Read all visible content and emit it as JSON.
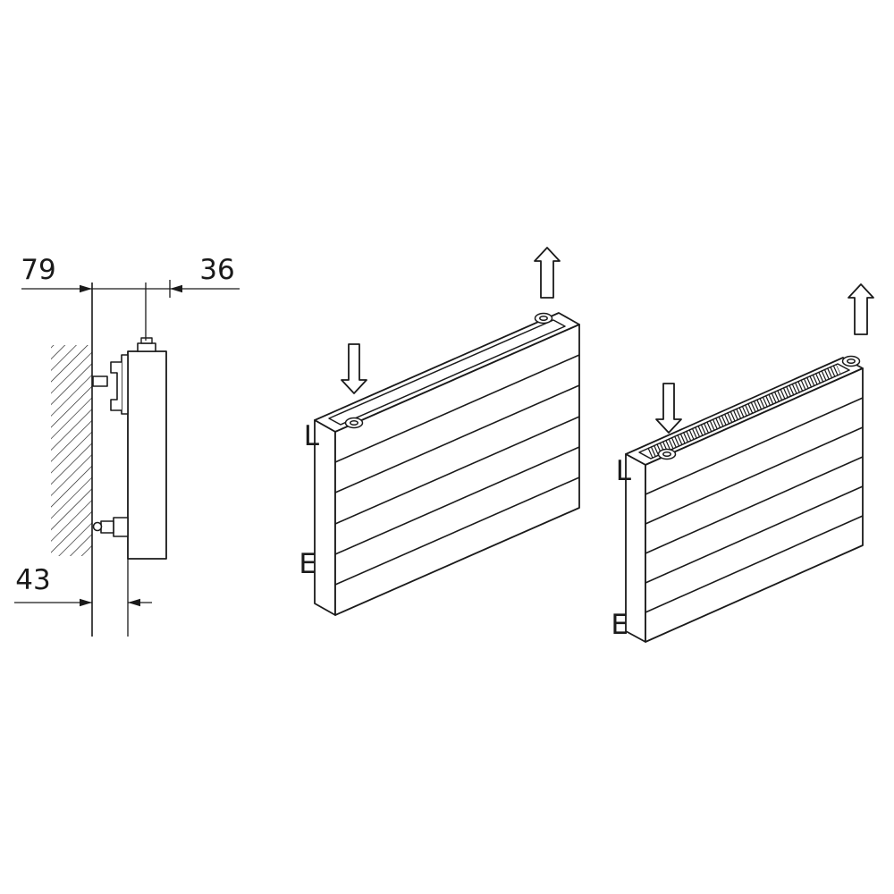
{
  "colors": {
    "background": "#ffffff",
    "line": "#1a1a1a"
  },
  "side_view": {
    "dim_top_left": "79",
    "dim_top_right": "36",
    "dim_bottom": "43"
  },
  "radiator_open_top": {
    "air_vent_label": "L",
    "drain_label": "E"
  },
  "radiator_grille_top": {
    "air_vent_label": "L",
    "drain_label": "E"
  }
}
